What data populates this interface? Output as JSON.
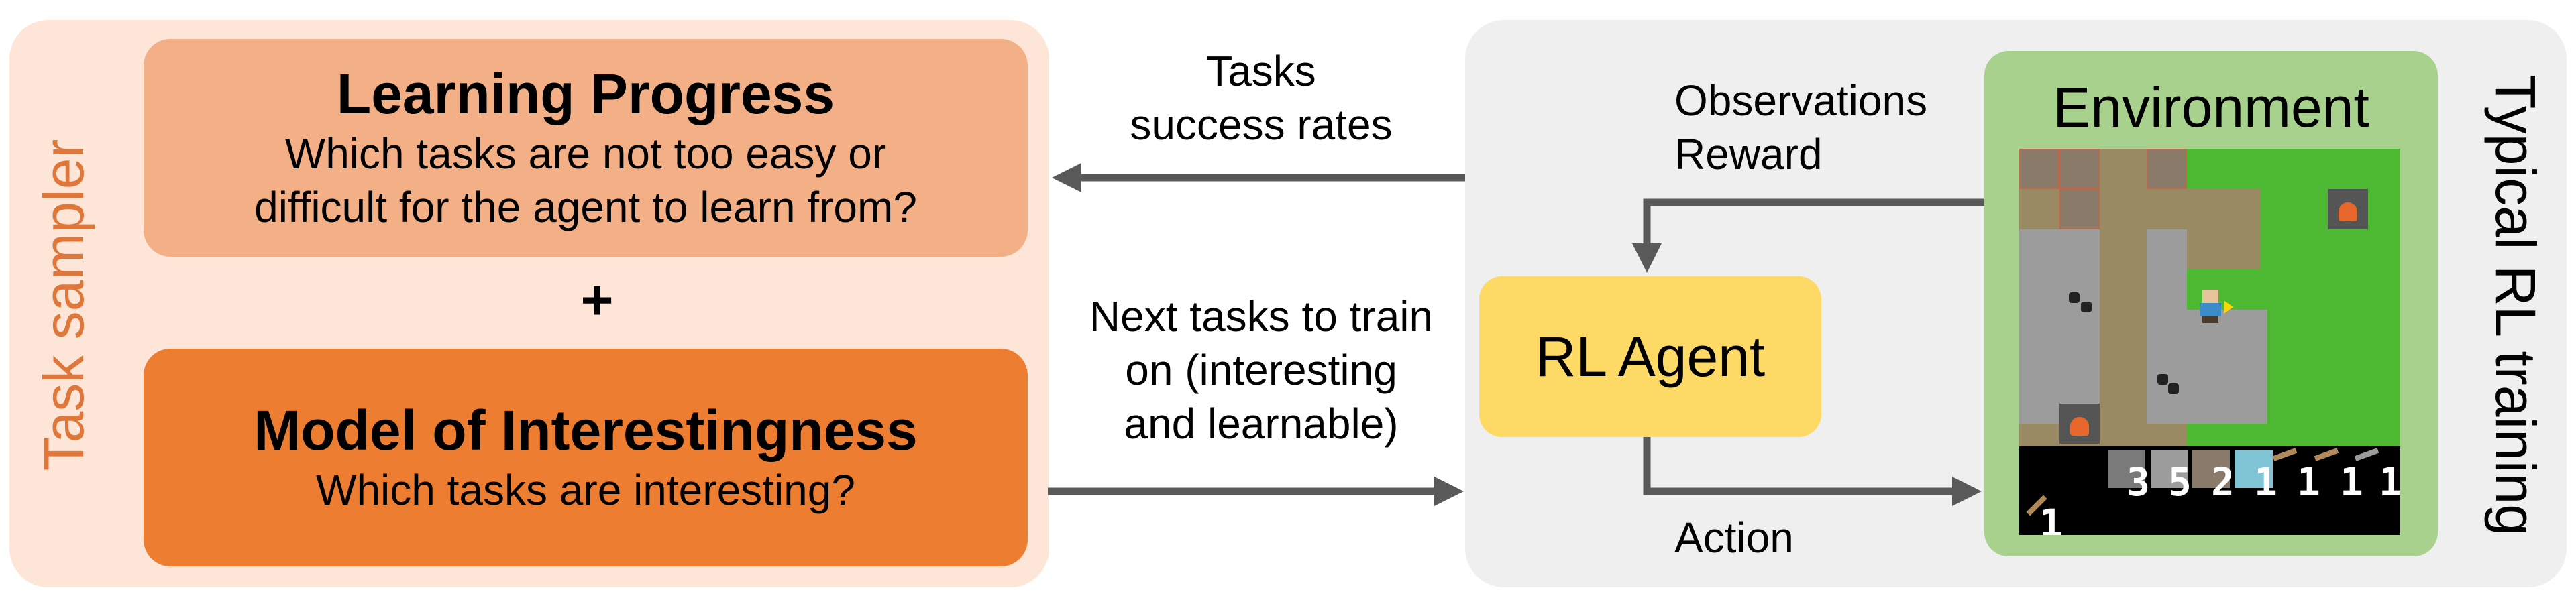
{
  "task_sampler": {
    "label": "Task sampler",
    "learning_progress": {
      "title": "Learning Progress",
      "line1": "Which tasks are not too easy or",
      "line2": "difficult for the agent to learn from?"
    },
    "plus": "+",
    "model_of_interestingness": {
      "title": "Model of Interestingness",
      "subtitle": "Which tasks are interesting?"
    }
  },
  "arrows": {
    "feedback": {
      "line1": "Tasks",
      "line2": "success rates"
    },
    "next_tasks": {
      "line1": "Next tasks to train",
      "line2": "on (interesting",
      "line3": "and learnable)"
    },
    "observations": {
      "line1": "Observations",
      "line2": "Reward"
    },
    "action": "Action"
  },
  "rl_training": {
    "label": "Typical RL training",
    "agent": "RL Agent",
    "environment": "Environment",
    "inventory": [
      "3",
      "5",
      "2",
      "1",
      "1",
      "1",
      "1"
    ],
    "inventory_bottom": "1"
  },
  "colors": {
    "sampler_bg": "#fde6d8",
    "learning_progress": "#f3b086",
    "interestingness": "#ed7d31",
    "sampler_text": "#e0773a",
    "rl_bg": "#efefef",
    "agent": "#fdd966",
    "environment_frame": "#a9d18e",
    "arrow": "#595959"
  }
}
